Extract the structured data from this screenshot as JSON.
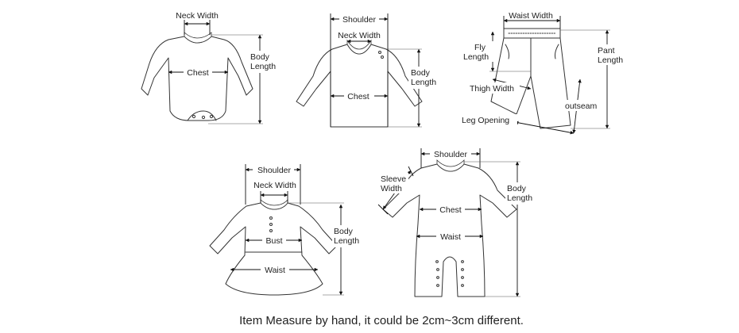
{
  "caption": "Item Measure by hand, it could be 2cm~3cm different.",
  "bodysuit": {
    "neck_width": "Neck Width",
    "chest": "Chest",
    "body_length": [
      "Body",
      "Length"
    ]
  },
  "shirt": {
    "shoulder": "Shoulder",
    "neck_width": "Neck Width",
    "chest": "Chest",
    "body_length": [
      "Body",
      "Length"
    ]
  },
  "pants": {
    "waist_width": "Waist Width",
    "fly_length": [
      "Fly",
      "Length"
    ],
    "pant_length": [
      "Pant",
      "Length"
    ],
    "thigh_width": "Thigh Width",
    "outseam": "outseam",
    "leg_opening": "Leg Opening"
  },
  "dress": {
    "shoulder": "Shoulder",
    "neck_width": "Neck Width",
    "bust": "Bust",
    "waist": "Waist",
    "body_length": [
      "Body",
      "Length"
    ]
  },
  "romper": {
    "shoulder": "Shoulder",
    "sleeve_width": [
      "Sleeve",
      "Width"
    ],
    "chest": "Chest",
    "waist": "Waist",
    "body_length": [
      "Body",
      "Length"
    ]
  },
  "icons": [
    "bodysuit-drawing",
    "shirt-drawing",
    "pants-drawing",
    "dress-drawing",
    "romper-drawing",
    "dimension-arrow-icon"
  ]
}
